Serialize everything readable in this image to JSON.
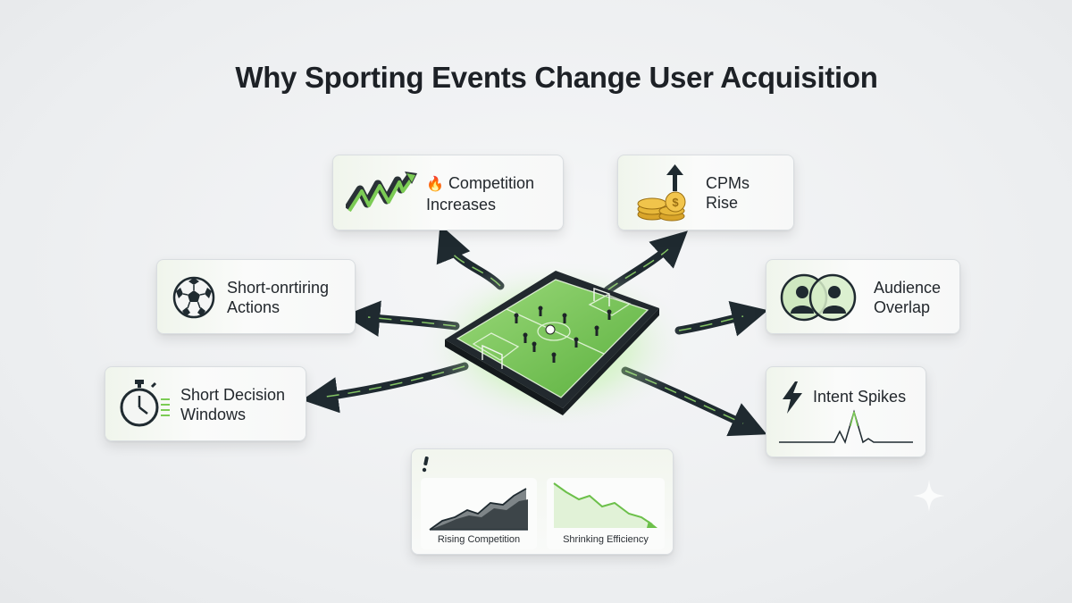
{
  "title": "Why Sporting Events Change User Acquisition",
  "center": {
    "icon": "soccer-field-tablet-icon"
  },
  "cards": {
    "competition": {
      "icon": "rising-zigzag-arrow-icon",
      "emoji": "🔥",
      "line1": "Competition",
      "line2": "Increases"
    },
    "cpms": {
      "icon": "coin-stack-arrow-up-icon",
      "line1": "CPMs",
      "line2": "Rise"
    },
    "short_actions": {
      "icon": "soccer-ball-icon",
      "line1": "Short-onrtiring",
      "line2": "Actions"
    },
    "audience": {
      "icon": "overlapping-people-icon",
      "line1": "Audience",
      "line2": "Overlap"
    },
    "decision": {
      "icon": "stopwatch-icon",
      "line1": "Short Decision",
      "line2": "Windows"
    },
    "intent": {
      "icon": "lightning-bolt-icon",
      "line1": "Intent Spikes"
    }
  },
  "bottom_panel": {
    "icon": "exclamation-icon",
    "left_caption": "Rising Competition",
    "right_caption": "Shrinking Efficiency"
  },
  "colors": {
    "accent": "#6cc04a",
    "dark": "#1f2a30",
    "background": "#eceef0"
  }
}
